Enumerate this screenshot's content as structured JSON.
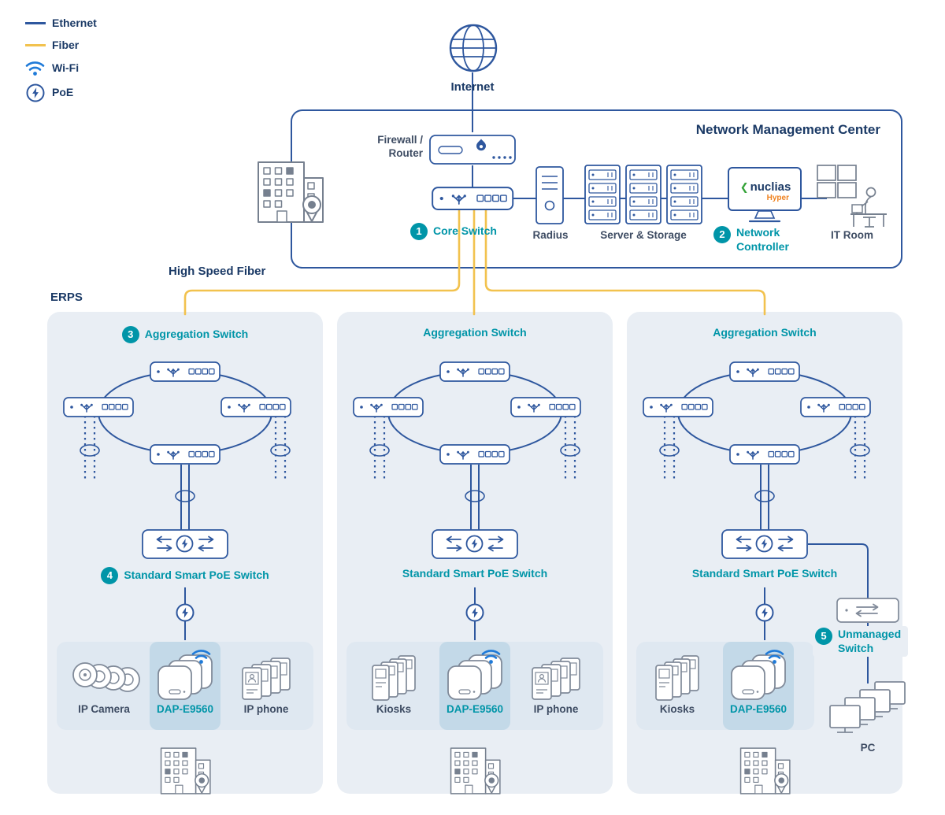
{
  "colors": {
    "line_blue": "#2e579e",
    "fiber_yellow": "#f2c24e",
    "accent_teal": "#0095a8",
    "heading_navy": "#1b3a66",
    "wifi_blue": "#1f7ad8",
    "zone_background": "#e9eef4",
    "device_box_background": "#dfe8f1",
    "dap_cell_background": "#c3d9e8",
    "nuclias_green": "#35a339",
    "nuclias_orange": "#ef8220"
  },
  "legend": {
    "items": [
      {
        "label": "Ethernet",
        "icon": "ethernet-line"
      },
      {
        "label": "Fiber",
        "icon": "fiber-line"
      },
      {
        "label": "Wi-Fi",
        "icon": "wifi-icon"
      },
      {
        "label": "PoE",
        "icon": "poe-icon"
      }
    ]
  },
  "internet_label": "Internet",
  "management_center": {
    "title": "Network Management Center",
    "firewall_label": "Firewall / Router",
    "core_switch_badge": "1",
    "core_switch_label": "Core Switch",
    "radius_label": "Radius",
    "server_storage_label": "Server & Storage",
    "controller_badge": "2",
    "controller_label": "Network Controller",
    "it_room_label": "IT Room",
    "nuclias_chevron": "❮",
    "nuclias_name": "nuclias",
    "nuclias_sub": "Hyper"
  },
  "fiber_label": "High Speed Fiber",
  "erps_label": "ERPS",
  "zones": [
    {
      "aggregation_badge": "3",
      "aggregation_label": "Aggregation Switch",
      "poe_badge": "4",
      "poe_label": "Standard Smart PoE Switch",
      "devices": [
        {
          "label": "IP Camera"
        },
        {
          "label": "DAP-E9560"
        },
        {
          "label": "IP phone"
        }
      ]
    },
    {
      "aggregation_label": "Aggregation Switch",
      "poe_label": "Standard Smart PoE Switch",
      "devices": [
        {
          "label": "Kiosks"
        },
        {
          "label": "DAP-E9560"
        },
        {
          "label": "IP phone"
        }
      ]
    },
    {
      "aggregation_label": "Aggregation Switch",
      "poe_label": "Standard Smart PoE Switch",
      "devices": [
        {
          "label": "Kiosks"
        },
        {
          "label": "DAP-E9560"
        }
      ],
      "unmanaged_badge": "5",
      "unmanaged_label": "Unmanaged Switch",
      "pc_label": "PC"
    }
  ]
}
